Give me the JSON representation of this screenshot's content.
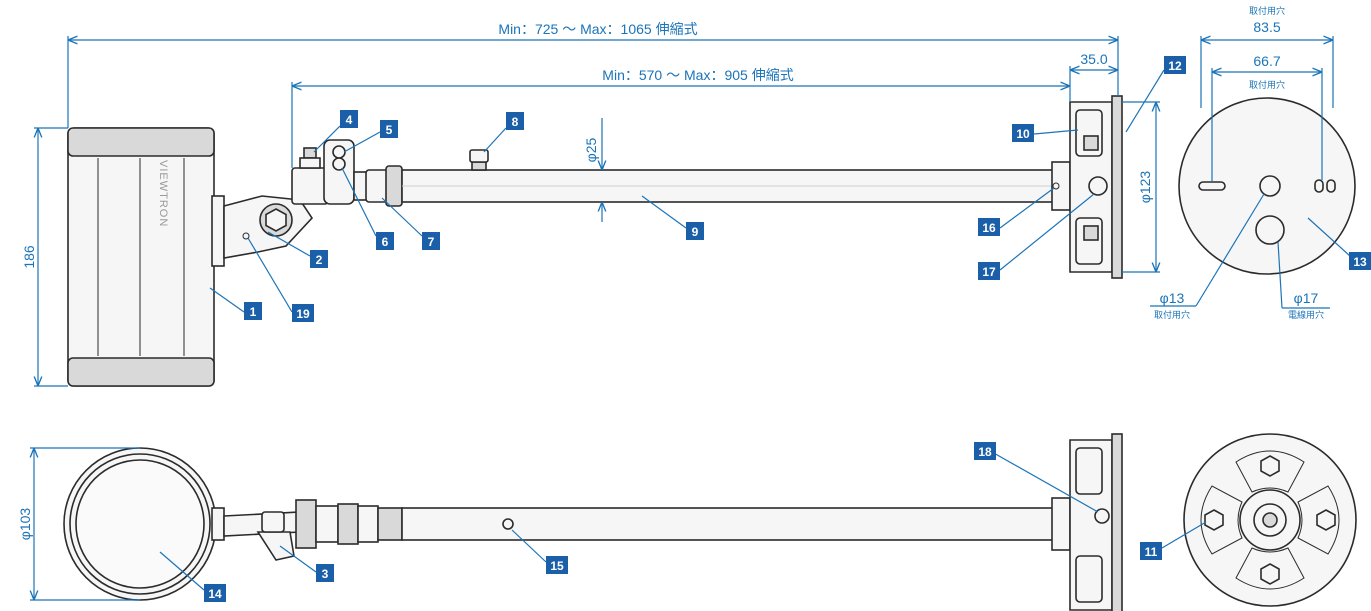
{
  "colors": {
    "dimension": "#1b74b8",
    "callout_box": "#1b5fa8",
    "outline": "#2b2b2b"
  },
  "dimensions": {
    "overall_length": "Min：725 ～ Max：1065 伸縮式",
    "arm_length": "Min：570 ～ Max：905 伸縮式",
    "housing_height": "186",
    "pipe_diameter": "φ25",
    "base_offset": "35.0",
    "base_diameter": "φ123",
    "mount_span_outer": "83.5",
    "mount_span_outer_label": "取付用穴",
    "mount_span_inner": "66.7",
    "mount_span_inner_label": "取付用穴",
    "center_hole": "φ13",
    "center_hole_label": "取付用穴",
    "cable_hole": "φ17",
    "cable_hole_label": "電線用穴",
    "lens_diameter": "φ103"
  },
  "housing_logo": "VIEWTRON",
  "callouts": [
    "1",
    "2",
    "3",
    "4",
    "5",
    "6",
    "7",
    "8",
    "9",
    "10",
    "11",
    "12",
    "13",
    "14",
    "15",
    "16",
    "17",
    "18",
    "19"
  ]
}
